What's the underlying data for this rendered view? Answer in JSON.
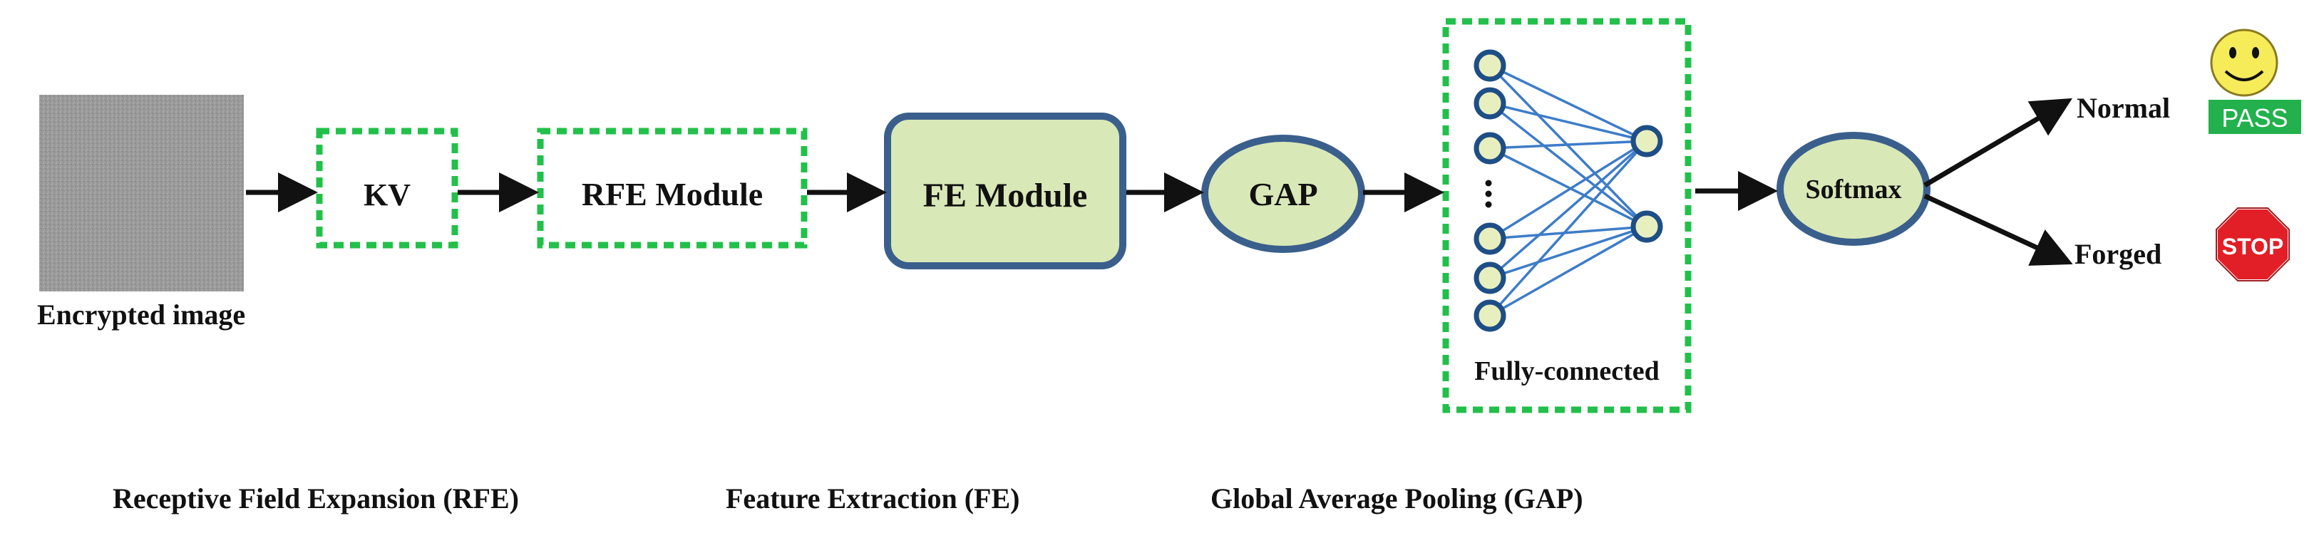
{
  "input": {
    "caption": "Encrypted image"
  },
  "blocks": {
    "kv": "KV",
    "rfe": "RFE Module",
    "fe": "FE Module",
    "gap": "GAP",
    "fc": "Fully-connected",
    "softmax": "Softmax"
  },
  "outputs": {
    "normal": {
      "label": "Normal",
      "badge": "PASS"
    },
    "forged": {
      "label": "Forged",
      "badge": "STOP"
    }
  },
  "legend": [
    "Receptive Field Expansion (RFE)",
    "Feature Extraction (FE)",
    "Global Average Pooling (GAP)"
  ],
  "colors": {
    "dashed_border": "#22c04a",
    "module_fill": "#d9e8b7",
    "module_stroke": "#3a5f8c",
    "node_fill": "#e8efbe",
    "node_stroke": "#1e4e86",
    "edge": "#3d7cc9",
    "pass_green": "#22b14c",
    "stop_red": "#e21e26",
    "smiley": "#f6ec5a"
  }
}
